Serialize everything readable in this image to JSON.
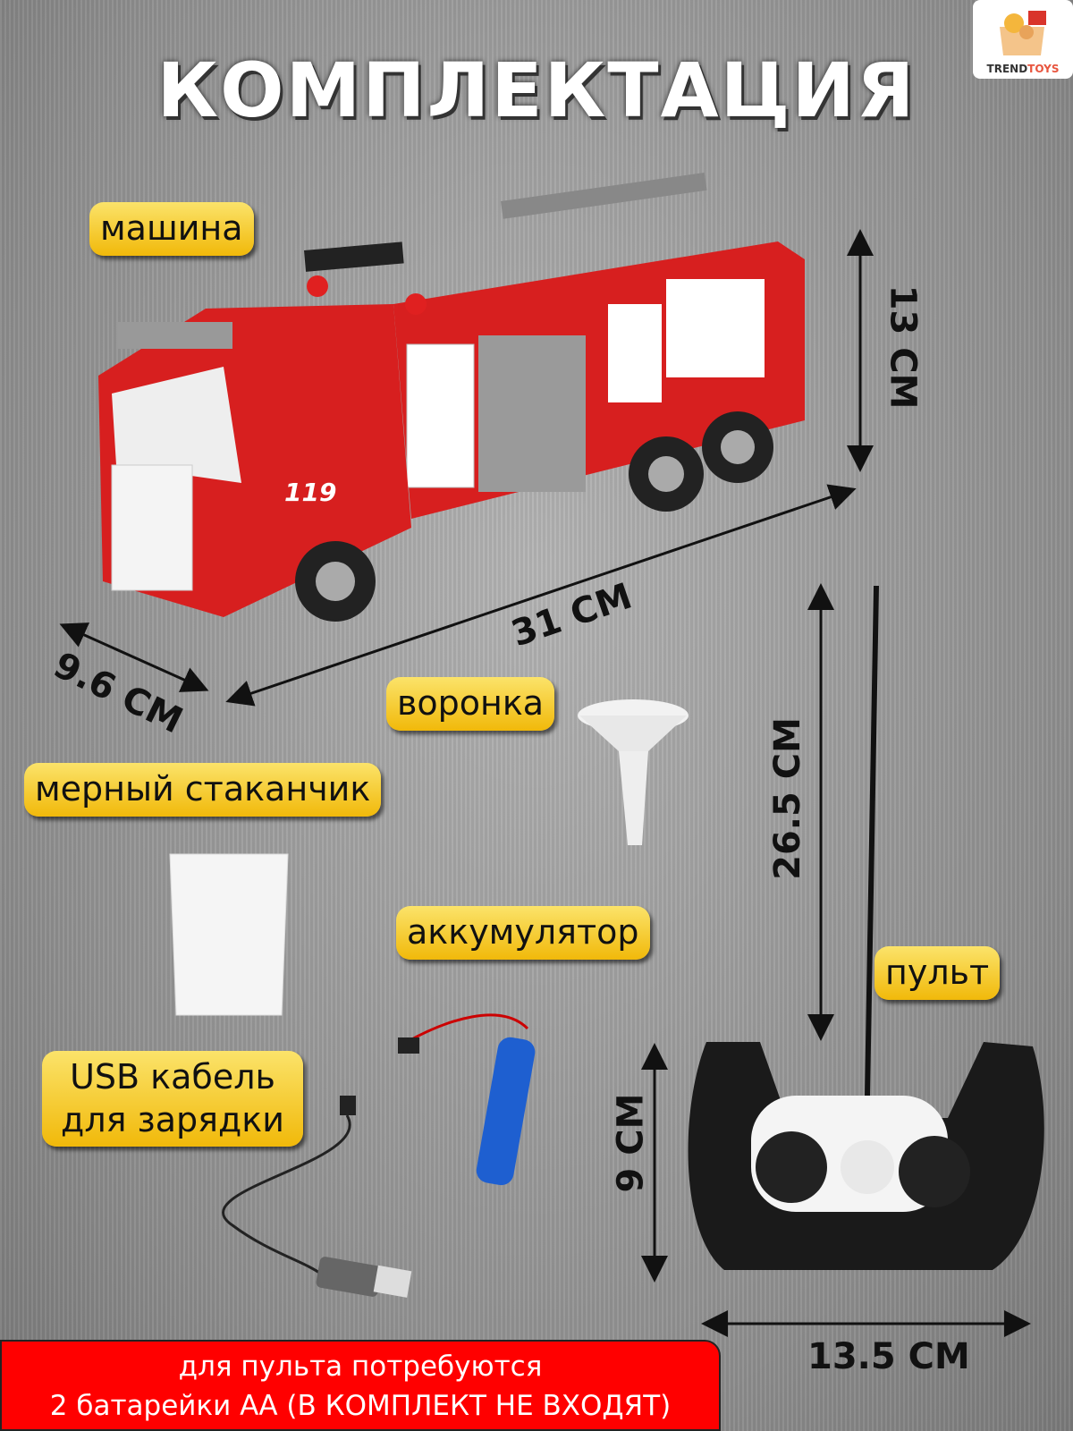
{
  "title": "КОМПЛЕКТАЦИЯ",
  "logo": {
    "part1": "TREND",
    "part2": "TOYS"
  },
  "labels": {
    "car": "машина",
    "funnel": "воронка",
    "cup": "мерный стаканчик",
    "battery": "аккумулятор",
    "remote": "пульт",
    "usb_line1": "USB кабель",
    "usb_line2": "для зарядки"
  },
  "dimensions": {
    "car_height": "13 СМ",
    "car_length": "31 СМ",
    "car_width": "9.6 СМ",
    "remote_height": "26.5 СМ",
    "remote_body": "9 СМ",
    "remote_width": "13.5 СМ"
  },
  "truck_number": "119",
  "notice": {
    "line1": "для пульта потребуются",
    "line2": "2 батарейки АА (В КОМПЛЕКТ НЕ ВХОДЯТ)"
  }
}
